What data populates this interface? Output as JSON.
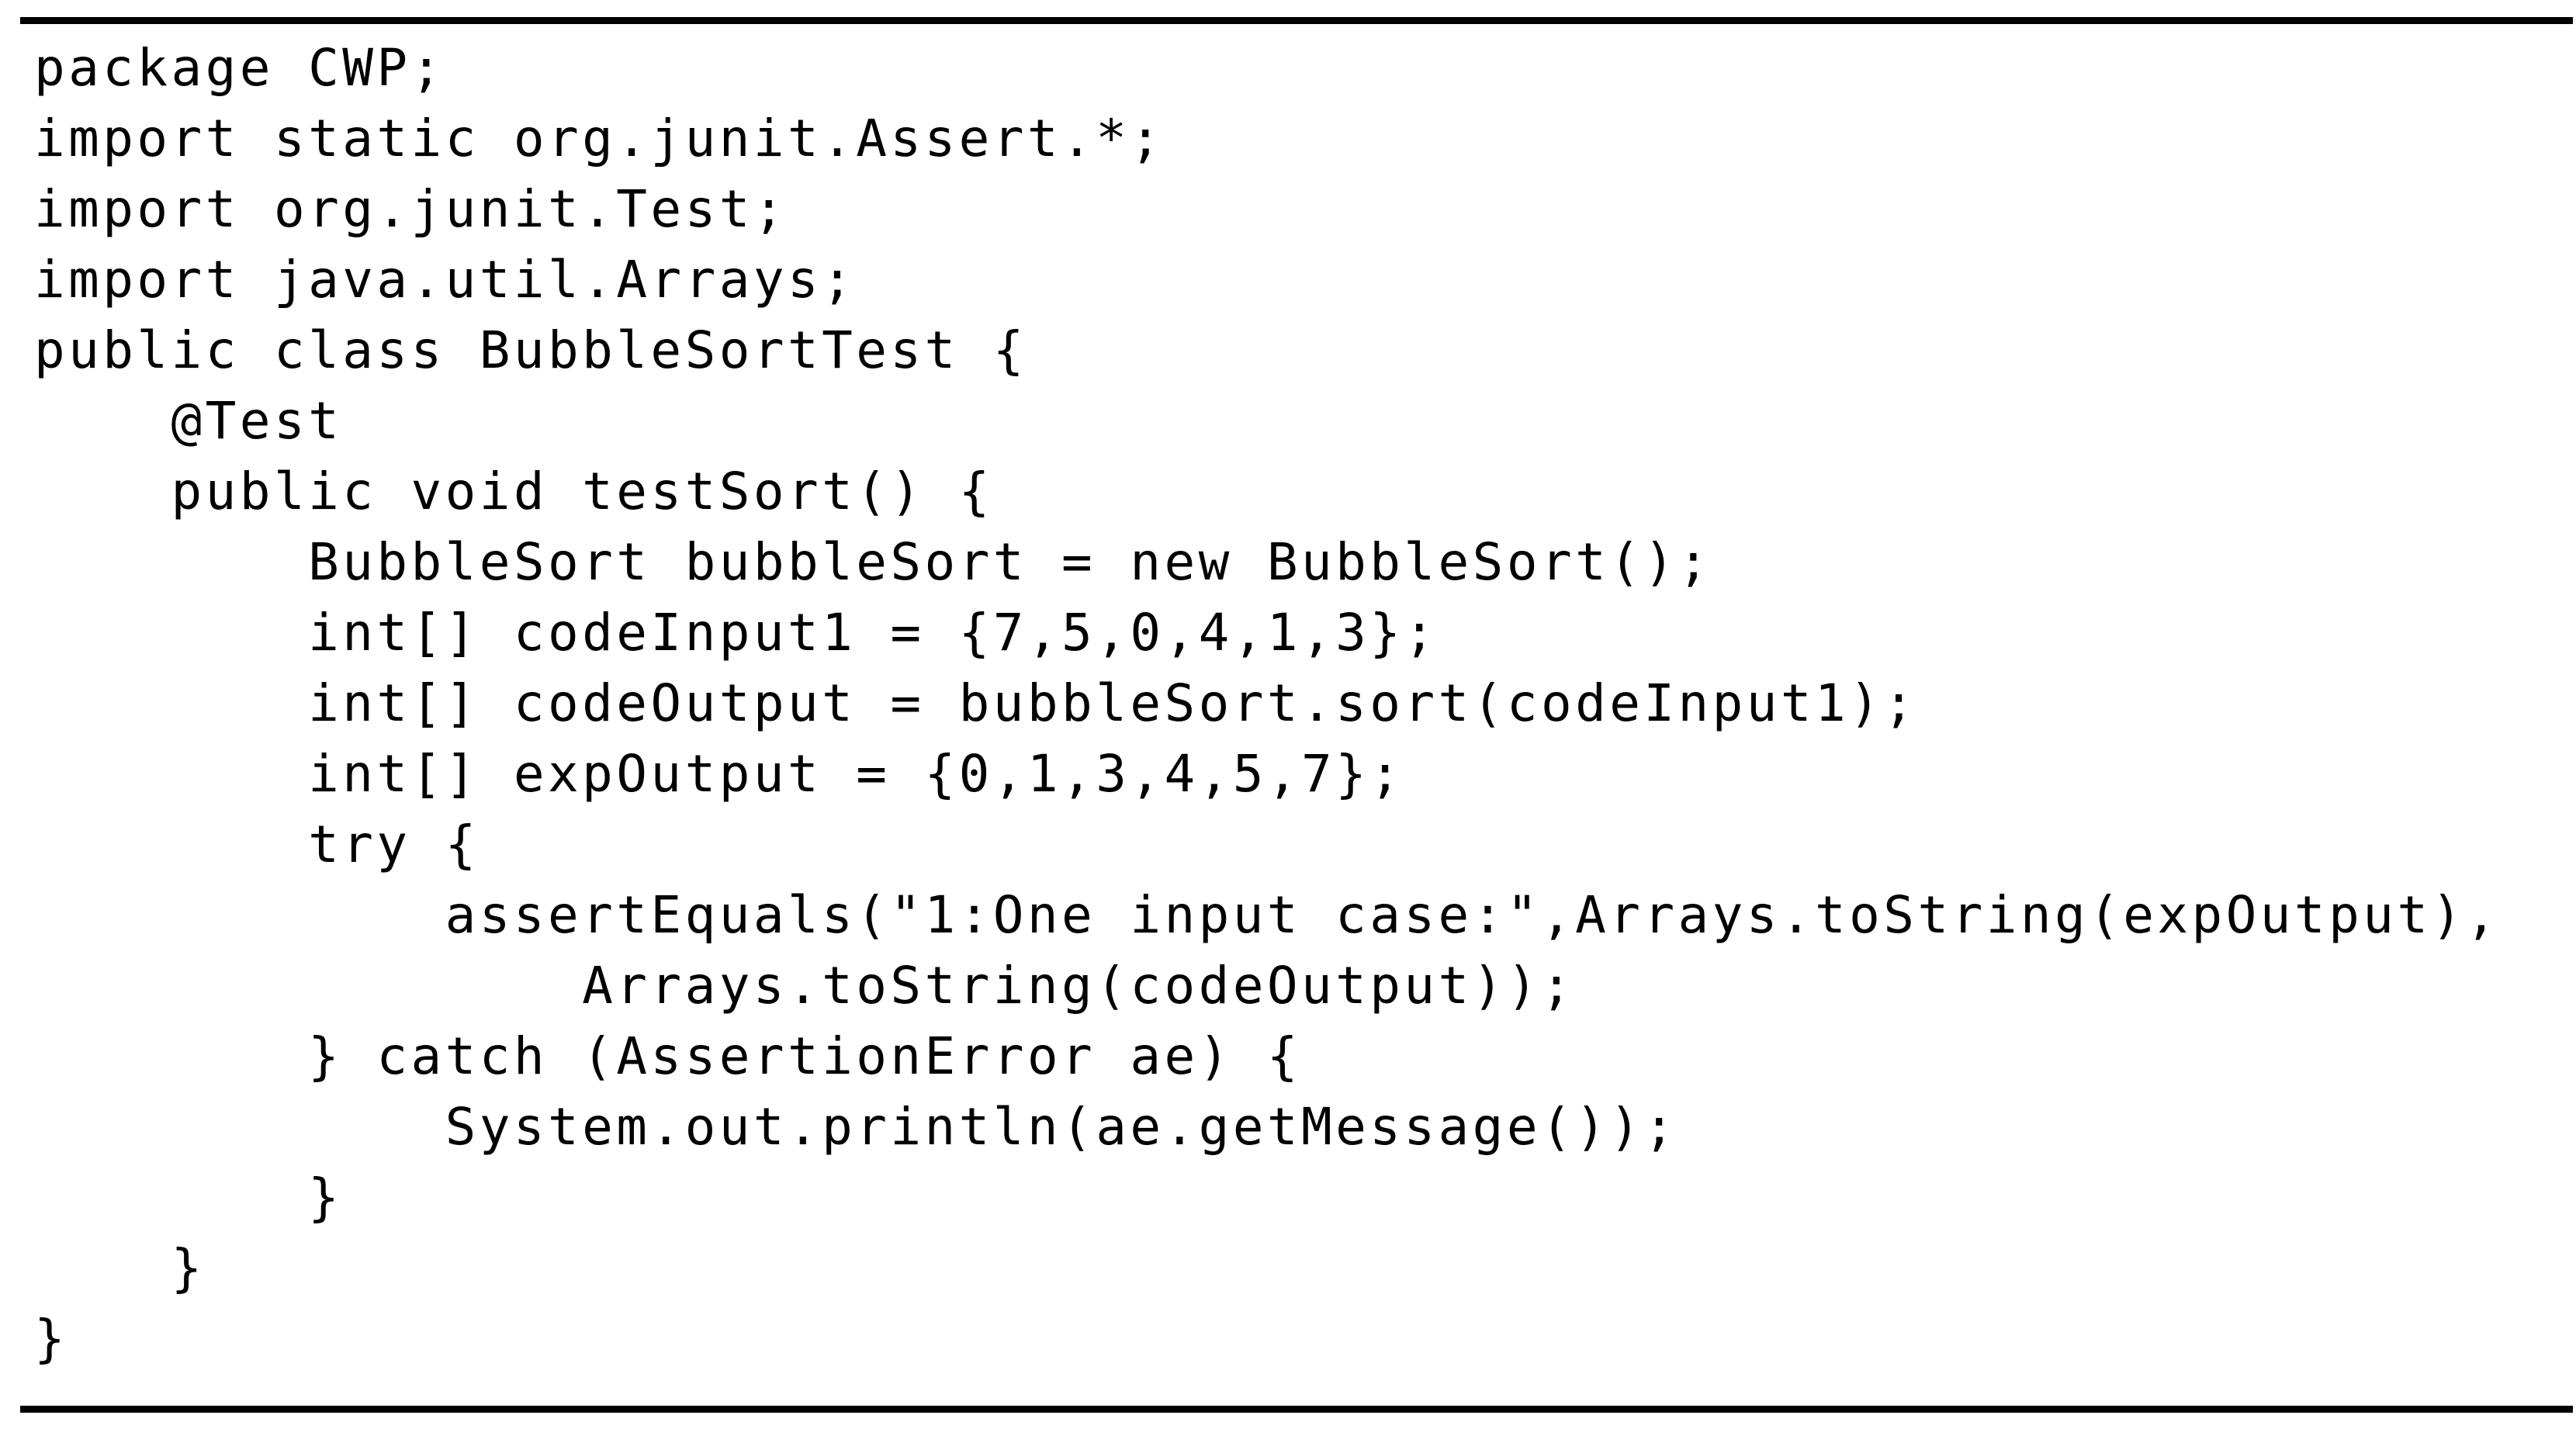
{
  "page": {
    "background_color": "#ffffff",
    "rule_color": "#000000",
    "text_color": "#000000"
  },
  "listing": {
    "lines": [
      "package CWP;",
      "import static org.junit.Assert.*;",
      "import org.junit.Test;",
      "import java.util.Arrays;",
      "public class BubbleSortTest {",
      "    @Test",
      "    public void testSort() {",
      "        BubbleSort bubbleSort = new BubbleSort();",
      "        int[] codeInput1 = {7,5,0,4,1,3};",
      "        int[] codeOutput = bubbleSort.sort(codeInput1);",
      "        int[] expOutput = {0,1,3,4,5,7};",
      "        try {",
      "            assertEquals(\"1:One input case:\",Arrays.toString(expOutput),",
      "                Arrays.toString(codeOutput));",
      "        } catch (AssertionError ae) {",
      "            System.out.println(ae.getMessage());",
      "        }",
      "    }",
      "}"
    ]
  }
}
